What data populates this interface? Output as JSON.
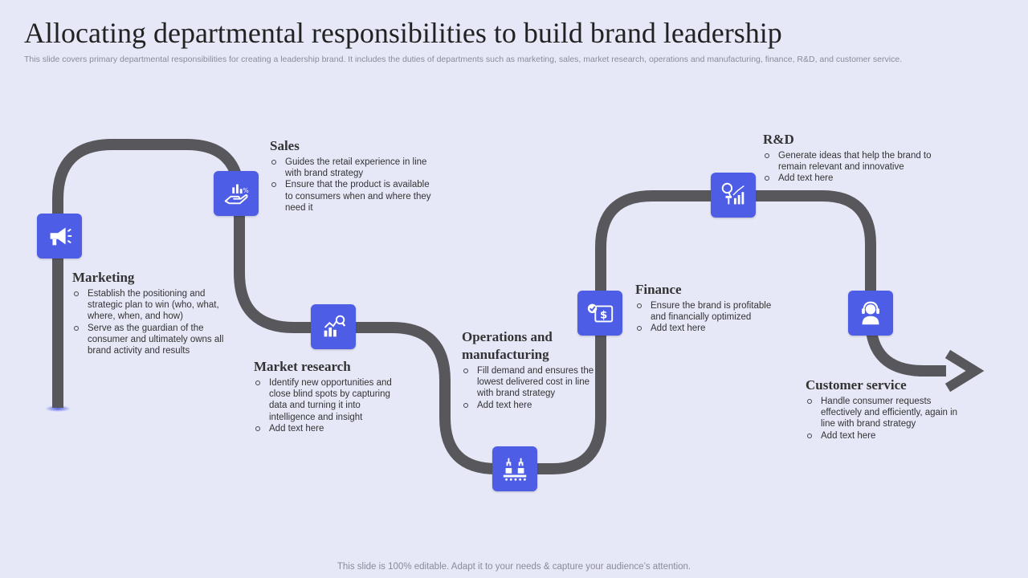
{
  "title": "Allocating departmental responsibilities to build brand leadership",
  "subtitle": "This slide covers primary departmental responsibilities for creating a leadership brand. It includes the duties of departments such as marketing, sales, market research, operations and manufacturing, finance, R&D, and customer service.",
  "footer": "This slide is 100% editable. Adapt it to your needs & capture your audience’s attention.",
  "departments": [
    {
      "name": "Marketing",
      "icon": "megaphone-icon",
      "points": [
        "Establish the positioning and strategic plan to win (who, what, where, when, and how)",
        "Serve  as the guardian of the consumer and ultimately owns all brand activity  and results"
      ]
    },
    {
      "name": "Sales",
      "icon": "hand-chart-icon",
      "points": [
        "Guides the retail experience in line with brand strategy",
        "Ensure that the product is available to consumers when and where they need it"
      ]
    },
    {
      "name": "Market research",
      "icon": "research-chart-icon",
      "points": [
        "Identify new opportunities and close blind spots by capturing data and turning it into intelligence and insight",
        "Add text here"
      ]
    },
    {
      "name": "Operations and manufacturing",
      "icon": "conveyor-icon",
      "points": [
        "Fill demand and ensures the lowest delivered cost in line with brand strategy",
        "Add text here"
      ]
    },
    {
      "name": "Finance",
      "icon": "money-icon",
      "points": [
        "Ensure the brand is profitable and financially optimized",
        "Add text here"
      ]
    },
    {
      "name": "R&D",
      "icon": "rd-analysis-icon",
      "points": [
        "Generate ideas that help the brand to remain relevant and innovative",
        "Add text here"
      ]
    },
    {
      "name": "Customer service",
      "icon": "headset-agent-icon",
      "points": [
        "Handle consumer requests effectively  and efficiently,  again in line with brand strategy",
        "Add text here"
      ]
    }
  ],
  "colors": {
    "background": "#e6e8f8",
    "road": "#58585c",
    "accent": "#4e5de6"
  }
}
